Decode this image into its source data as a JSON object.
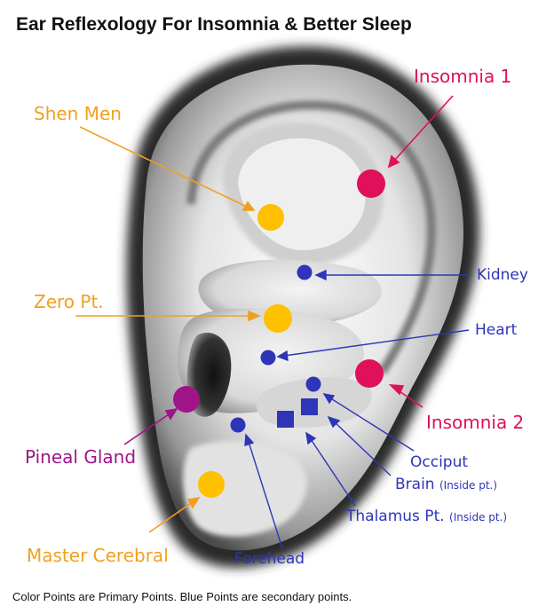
{
  "title": "Ear Reflexology For Insomnia & Better Sleep",
  "footer": "Color Points are Primary Points. Blue Points are secondary points.",
  "colors": {
    "orange": "#f0a020",
    "yellow_dot": "#ffc000",
    "magenta": "#e0105a",
    "purple": "#a0148a",
    "blue": "#2e35b8",
    "ear_shading": "#3a3a3a"
  },
  "labels": {
    "shen_men": "Shen Men",
    "insomnia_1": "Insomnia 1",
    "zero_pt": "Zero Pt.",
    "kidney": "Kidney",
    "heart": "Heart",
    "insomnia_2": "Insomnia 2",
    "pineal_gland": "Pineal Gland",
    "occiput": "Occiput",
    "brain": "Brain",
    "brain_note": "(Inside pt.)",
    "thalamus": "Thalamus Pt.",
    "thalamus_note": "(Inside pt.)",
    "master_cerebral": "Master Cerebral",
    "forehead": "Forehead"
  }
}
